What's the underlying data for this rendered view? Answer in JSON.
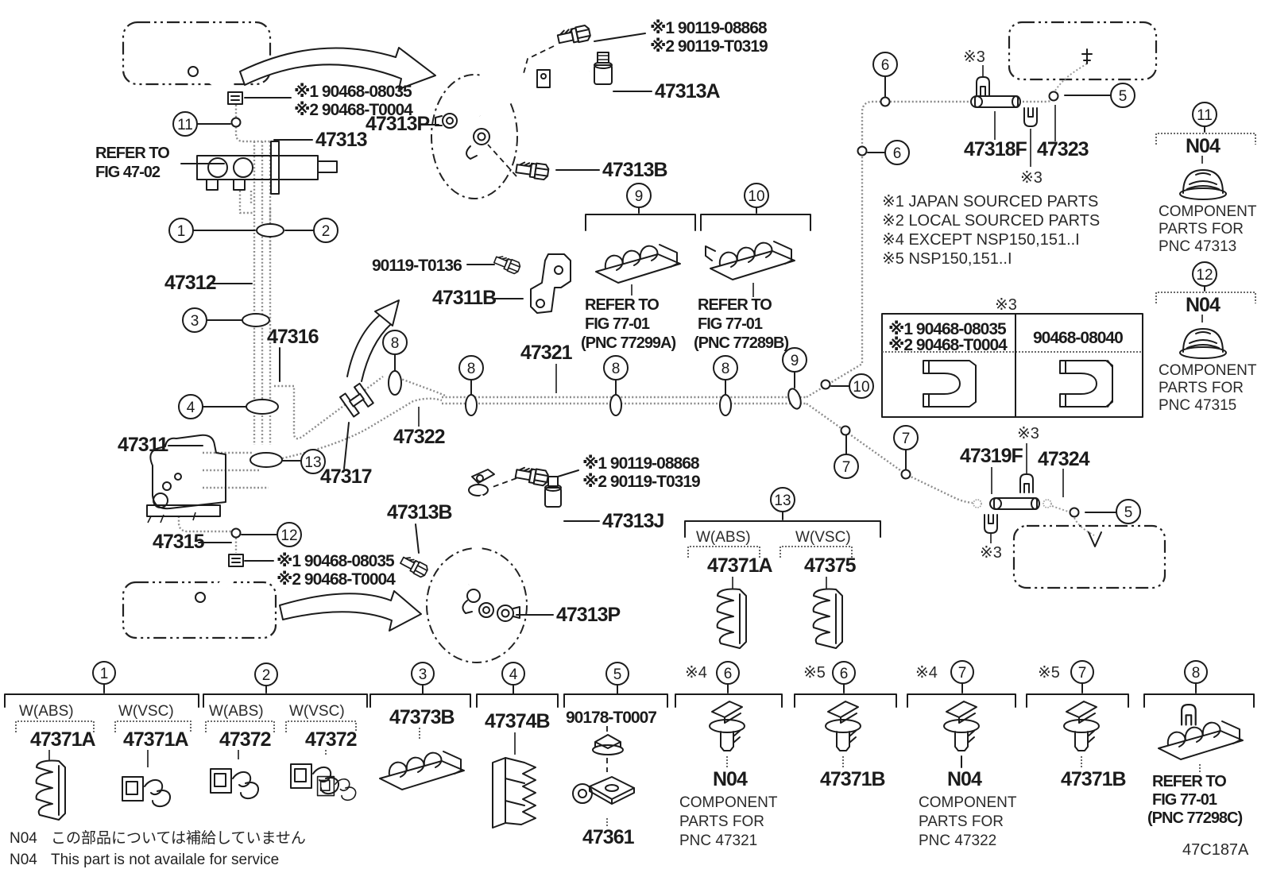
{
  "figure": {
    "code": "47C187A"
  },
  "callouts": {
    "c1": "1",
    "c2": "2",
    "c3": "3",
    "c4": "4",
    "c5": "5",
    "c6": "6",
    "c7": "7",
    "c8": "8",
    "c9": "9",
    "c10": "10",
    "c11": "11",
    "c12": "12",
    "c13": "13"
  },
  "marks": {
    "star3": "※3",
    "star4": "※4",
    "star5": "※5"
  },
  "parts": {
    "p47311": "47311",
    "p47311B": "47311B",
    "p47312": "47312",
    "p47313": "47313",
    "p47313A": "47313A",
    "p47313B": "47313B",
    "p47313J": "47313J",
    "p47313P": "47313P",
    "p47315": "47315",
    "p47316": "47316",
    "p47317": "47317",
    "p47318F": "47318F",
    "p47319F": "47319F",
    "p47321": "47321",
    "p47322": "47322",
    "p47323": "47323",
    "p47324": "47324",
    "p47361": "47361",
    "p47371A": "47371A",
    "p47371B": "47371B",
    "p47372": "47372",
    "p47373B": "47373B",
    "p47374B": "47374B",
    "p47375": "47375",
    "p90119T0136": "90119-T0136",
    "p90178T0007": "90178-T0007",
    "n04": "N04"
  },
  "fastener_notes": {
    "b90468": [
      "※1 90468-08035",
      "※2 90468-T0004"
    ],
    "b90119": [
      "※1 90119-08868",
      "※2 90119-T0319"
    ]
  },
  "refer": {
    "fig4702": [
      "REFER TO",
      "FIG 47-02"
    ],
    "pnc77299A": [
      "REFER  TO",
      "FIG 77-01",
      "(PNC 77299A)"
    ],
    "pnc77289B": [
      "REFER  TO",
      "FIG 77-01",
      "(PNC 77289B)"
    ],
    "pnc77298C": [
      "REFER  TO",
      "FIG 77-01",
      "(PNC 77298C)"
    ]
  },
  "component_notes": {
    "pnc47313": [
      "COMPONENT",
      "PARTS FOR",
      "PNC 47313"
    ],
    "pnc47315": [
      "COMPONENT",
      "PARTS FOR",
      "PNC 47315"
    ],
    "pnc47321": [
      "COMPONENT",
      "PARTS FOR",
      "PNC 47321"
    ],
    "pnc47322": [
      "COMPONENT",
      "PARTS FOR",
      "PNC 47322"
    ]
  },
  "legend": [
    "※1 JAPAN SOURCED PARTS",
    "※2 LOCAL SOURCED PARTS",
    "※4 EXCEPT NSP150,151..I",
    "※5 NSP150,151..I"
  ],
  "variant_conditions": {
    "abs": "W(ABS)",
    "vsc": "W(VSC)"
  },
  "clip_table": {
    "note": "※3",
    "col1": [
      "※1 90468-08035",
      "※2 90468-T0004"
    ],
    "col2": "90468-08040"
  },
  "footnotes": {
    "jp": {
      "code": "N04",
      "text": "この部品については補給していません"
    },
    "en": {
      "code": "N04",
      "text": "This part is not availale for service"
    }
  }
}
